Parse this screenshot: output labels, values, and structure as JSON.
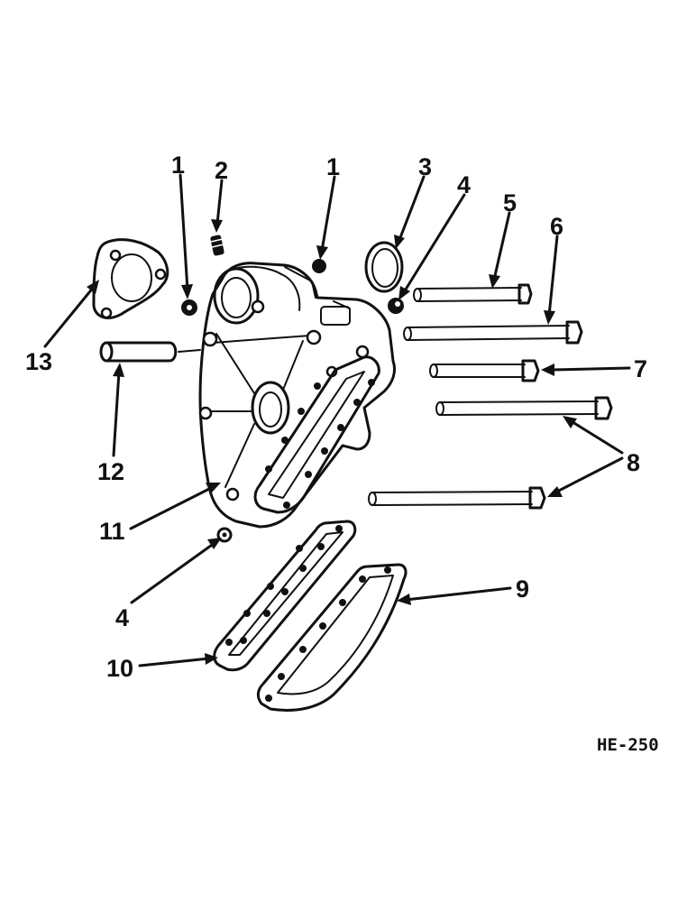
{
  "callouts": {
    "c1a": "1",
    "c2": "2",
    "c1b": "1",
    "c3": "3",
    "c4a": "4",
    "c5": "5",
    "c6": "6",
    "c7": "7",
    "c8": "8",
    "c9": "9",
    "c10": "10",
    "c11": "11",
    "c12": "12",
    "c13": "13",
    "c4b": "4"
  },
  "figure_code": "HE-250"
}
